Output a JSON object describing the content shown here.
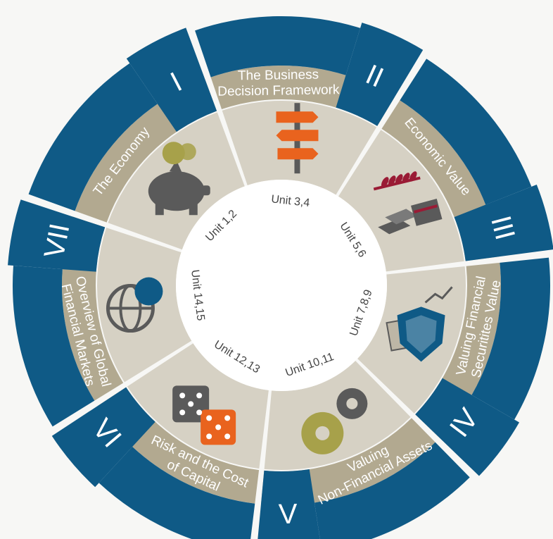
{
  "colors": {
    "outer_ring": "#b2a990",
    "navy": "#0f5a86",
    "middle_ring": "#d6d1c4",
    "center": "#ffffff",
    "icon_gray": "#5a5a5a",
    "accent_orange": "#e9631e",
    "accent_olive": "#a7a14a",
    "accent_crimson": "#9a1b35"
  },
  "sections": [
    {
      "numeral": "I",
      "title_lines": [
        "The Economy"
      ],
      "units": "Unit 1,2",
      "icon": "piggy-bank-icon"
    },
    {
      "numeral": "II",
      "title_lines": [
        "The Business",
        "Decision Framework"
      ],
      "units": "Unit 3,4",
      "icon": "signpost-icon"
    },
    {
      "numeral": "III",
      "title_lines": [
        "Economic Value"
      ],
      "units": "Unit 5,6",
      "icon": "wheat-gold-money-icon"
    },
    {
      "numeral": "IV",
      "title_lines": [
        "Valuing Financial",
        "Securitites Value"
      ],
      "units": "Unit 7,8,9",
      "icon": "shield-bond-icon"
    },
    {
      "numeral": "V",
      "title_lines": [
        "Valuing",
        "Non-Financial Assets"
      ],
      "units": "Unit 10,11",
      "icon": "gears-icon"
    },
    {
      "numeral": "VI",
      "title_lines": [
        "Risk and the Cost",
        "of Capital"
      ],
      "units": "Unit 12,13",
      "icon": "dice-icon"
    },
    {
      "numeral": "VII",
      "title_lines": [
        "Overview of Global",
        "Financial Markets"
      ],
      "units": "Unit 14,15",
      "icon": "globe-dollar-icon"
    }
  ]
}
